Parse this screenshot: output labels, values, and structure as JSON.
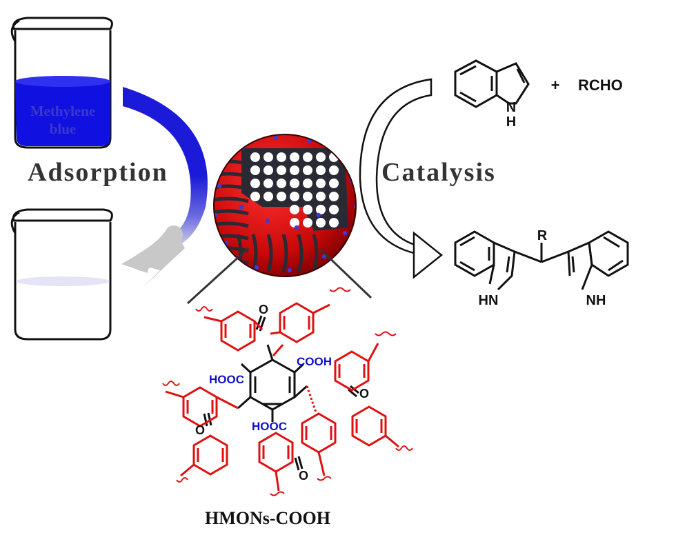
{
  "labels": {
    "adsorption": "Adsorption",
    "catalysis": "Catalysis",
    "material": "HMONs-COOH",
    "dye": "Methylene blue",
    "dye_line1": "Methylene",
    "dye_line2": "blue",
    "plus": "+",
    "aldehyde": "RCHO",
    "indole_nh": "N",
    "indole_h": "H",
    "product_r": "R",
    "product_hn": "HN",
    "product_nh": "NH",
    "cooh_top": "COOH",
    "hooc_left": "HOOC",
    "hooc_bottom": "HOOC",
    "oxygen": "O"
  },
  "colors": {
    "dye_blue": "#1010e0",
    "polymer_red": "#e01010",
    "carboxyl_blue": "#1010c8",
    "ink": "#111111",
    "sphere_red": "#d80a0a",
    "sphere_dark": "#2a2a35",
    "grey_arrow": "#c8c8c8",
    "title_grey": "#333333"
  }
}
